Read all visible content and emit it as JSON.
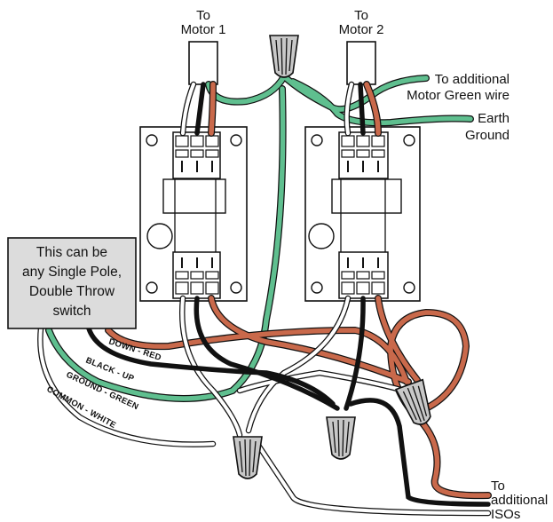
{
  "labels": {
    "motor1": [
      "To",
      "Motor 1"
    ],
    "motor2": [
      "To",
      "Motor 2"
    ],
    "additional_green": [
      "To additional",
      "Motor Green wire"
    ],
    "earth_ground": [
      "Earth",
      "Ground"
    ],
    "additional_isos": [
      "To",
      "additional",
      "ISOs"
    ]
  },
  "switch_note": [
    "This can be",
    "any Single Pole,",
    "Double Throw",
    "switch"
  ],
  "wire_labels": {
    "red": "DOWN - RED",
    "black": "BLACK - UP",
    "green": "GROUND - GREEN",
    "white": "COMMON - WHITE"
  },
  "colors": {
    "red_wire": "#c9694b",
    "green_wire": "#5fbf8f",
    "black_wire": "#111111",
    "white_wire": "#ffffff",
    "wire_nut": "#c8c8c8",
    "switch_box": "#dcdcdc"
  }
}
